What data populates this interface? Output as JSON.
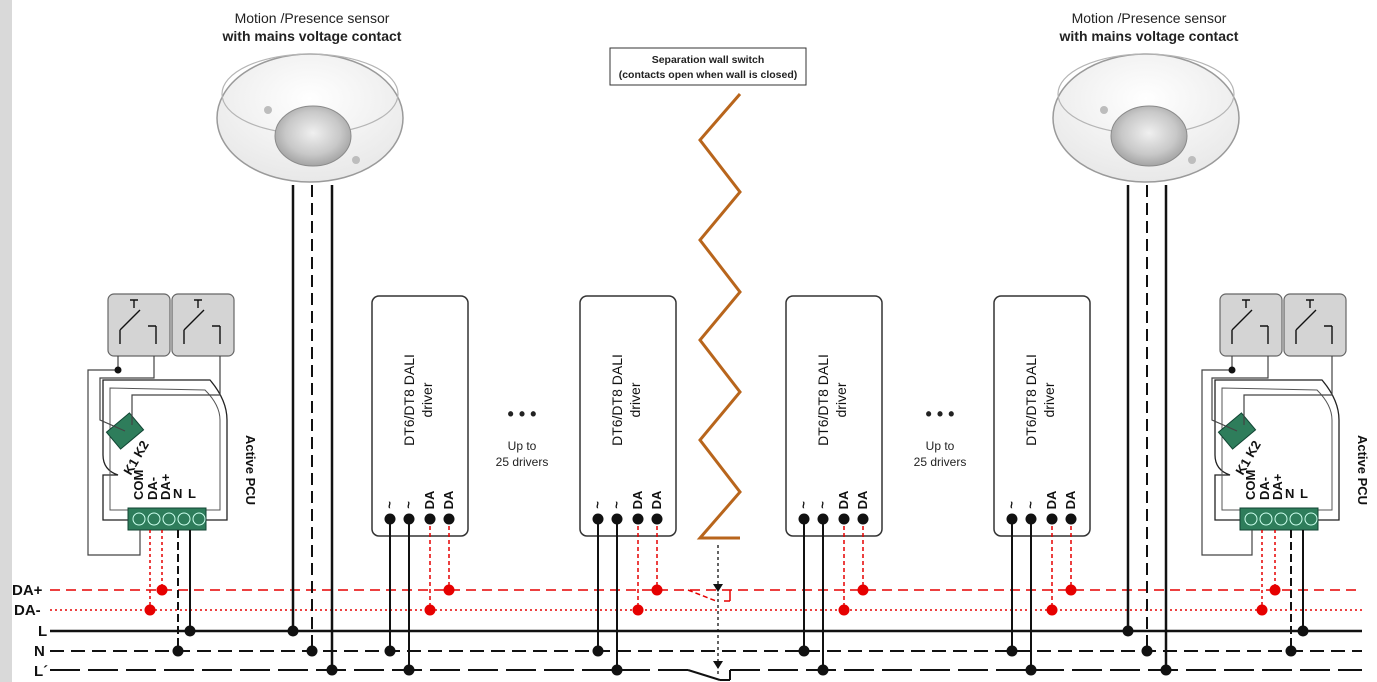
{
  "sensor_left": {
    "title": "Motion /Presence sensor",
    "subtitle": "with mains voltage contact"
  },
  "sensor_right": {
    "title": "Motion /Presence sensor",
    "subtitle": "with mains voltage contact"
  },
  "wall_switch": {
    "line1": "Separation wall switch",
    "line2": "(contacts open when wall is closed)"
  },
  "drivers": [
    {
      "line1": "DT6/DT8 DALI",
      "line2": "driver",
      "terminals": [
        "~",
        "~",
        "DA",
        "DA"
      ]
    },
    {
      "line1": "DT6/DT8 DALI",
      "line2": "driver",
      "terminals": [
        "~",
        "~",
        "DA",
        "DA"
      ]
    },
    {
      "line1": "DT6/DT8 DALI",
      "line2": "driver",
      "terminals": [
        "~",
        "~",
        "DA",
        "DA"
      ]
    },
    {
      "line1": "DT6/DT8 DALI",
      "line2": "driver",
      "terminals": [
        "~",
        "~",
        "DA",
        "DA"
      ]
    }
  ],
  "gap_left": {
    "dots": "• • •",
    "line1": "Up to",
    "line2": "25 drivers"
  },
  "gap_right": {
    "dots": "• • •",
    "line1": "Up to",
    "line2": "25 drivers"
  },
  "pcu_left": {
    "title": "Active PCU",
    "k_label": "K1 K2",
    "terminals": [
      "COM",
      "DA-",
      "DA+",
      "N",
      "L"
    ]
  },
  "pcu_right": {
    "title": "Active PCU",
    "k_label": "K1 K2",
    "terminals": [
      "COM",
      "DA-",
      "DA+",
      "N",
      "L"
    ]
  },
  "bus_lines": [
    "DA+",
    "DA-",
    "L",
    "N",
    "L´"
  ],
  "colors": {
    "dali": "#e60000",
    "wall": "#b8651c",
    "mains": "#111111",
    "device": "#d4d4d4",
    "terminal": "#2e7d5b"
  }
}
